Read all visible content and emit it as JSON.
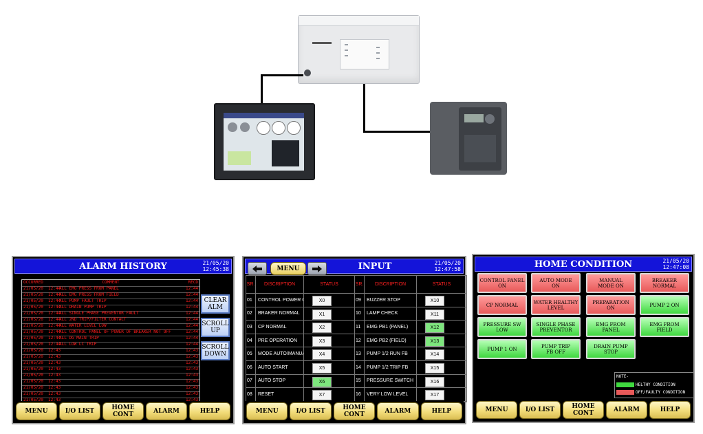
{
  "alarm_history": {
    "title": "ALARM HISTORY",
    "date": "21/05/20",
    "time": "12:45:38",
    "header": {
      "c1": "OCCURRED",
      "c2": "",
      "c3": "COMMENT",
      "c4": "RECD"
    },
    "rows": [
      {
        "c1": "21/05/20",
        "c2": "12:44",
        "c3": "ALL EMG PRESS FROM PANEL",
        "c4": "12:44"
      },
      {
        "c1": "21/05/20",
        "c2": "12:44",
        "c3": "ALL EMG PRESS FROM FIELD",
        "c4": "12:44"
      },
      {
        "c1": "21/05/20",
        "c2": "12:44",
        "c3": "ALL PUMP FAULT TRIP",
        "c4": "12:44"
      },
      {
        "c1": "21/05/20",
        "c2": "12:44",
        "c3": "ALL DRAIN PUMP TRIP",
        "c4": "12:44"
      },
      {
        "c1": "21/05/20",
        "c2": "12:44",
        "c3": "ALL SINGLE PHASE PREVENTOR FAULT",
        "c4": "12:44"
      },
      {
        "c1": "21/05/20",
        "c2": "12:44",
        "c3": "ALL 2ND TRIP/FILTER CONTACT",
        "c4": "12:44"
      },
      {
        "c1": "21/05/20",
        "c2": "12:44",
        "c3": "ALL WATER LEVEL LOW",
        "c4": "12:44"
      },
      {
        "c1": "21/05/20",
        "c2": "12:44",
        "c3": "ALL CONTROL PANEL OF POWER OF BREAKER NOT OFF",
        "c4": "12:44"
      },
      {
        "c1": "21/05/20",
        "c2": "12:44",
        "c3": "ALL DG MAIN TRIP",
        "c4": "12:44"
      },
      {
        "c1": "21/05/20",
        "c2": "12:44",
        "c3": "ALL LOW LC TRIP",
        "c4": "12:44"
      },
      {
        "c1": "21/05/20",
        "c2": "12:43",
        "c3": "",
        "c4": "12:43"
      },
      {
        "c1": "21/05/20",
        "c2": "12:43",
        "c3": "",
        "c4": "12:43"
      },
      {
        "c1": "21/05/20",
        "c2": "12:43",
        "c3": "",
        "c4": "12:43"
      },
      {
        "c1": "21/05/20",
        "c2": "12:43",
        "c3": "",
        "c4": "12:43"
      },
      {
        "c1": "21/05/20",
        "c2": "12:43",
        "c3": "",
        "c4": "12:43"
      },
      {
        "c1": "21/05/20",
        "c2": "12:43",
        "c3": "",
        "c4": "12:43"
      },
      {
        "c1": "21/05/20",
        "c2": "12:43",
        "c3": "",
        "c4": "12:43"
      },
      {
        "c1": "21/05/20",
        "c2": "12:43",
        "c3": "",
        "c4": "12:43"
      },
      {
        "c1": "21/05/20",
        "c2": "12:43",
        "c3": "",
        "c4": "12:43"
      }
    ],
    "side_buttons": [
      "CLEAR\nALM",
      "SCROLL\nUP",
      "SCROLL\nDOWN"
    ],
    "nav": [
      "MENU",
      "I/O LIST",
      "HOME\nCONT",
      "ALARM",
      "HELP"
    ]
  },
  "input": {
    "title": "INPUT",
    "date": "21/05/20",
    "time": "12:47:58",
    "menu_label": "MENU",
    "headers": {
      "sr": "SR.",
      "desc": "DISCRIPTION",
      "status": "STATUS"
    },
    "left": [
      {
        "sr": "01",
        "desc": "CONTROL POWER ON",
        "addr": "X0",
        "on": false
      },
      {
        "sr": "02",
        "desc": "BRAKER NORMAL",
        "addr": "X1",
        "on": false
      },
      {
        "sr": "03",
        "desc": "CP NORMAL",
        "addr": "X2",
        "on": false
      },
      {
        "sr": "04",
        "desc": "PRE OPERATION",
        "addr": "X3",
        "on": false
      },
      {
        "sr": "05",
        "desc": "MODE AUTO/MANUAL",
        "addr": "X4",
        "on": false
      },
      {
        "sr": "06",
        "desc": "AUTO START",
        "addr": "X5",
        "on": false
      },
      {
        "sr": "07",
        "desc": "AUTO STOP",
        "addr": "X6",
        "on": true
      },
      {
        "sr": "08",
        "desc": "RESET",
        "addr": "X7",
        "on": false
      }
    ],
    "right": [
      {
        "sr": "09",
        "desc": "BUZZER STOP",
        "addr": "X10",
        "on": false
      },
      {
        "sr": "10",
        "desc": "LAMP CHECK",
        "addr": "X11",
        "on": false
      },
      {
        "sr": "11",
        "desc": "EMG PB1 (PANEL)",
        "addr": "X12",
        "on": true
      },
      {
        "sr": "12",
        "desc": "EMG PB2 (FIELD)",
        "addr": "X13",
        "on": true
      },
      {
        "sr": "13",
        "desc": "PUMP 1/2 RUN FB",
        "addr": "X14",
        "on": false
      },
      {
        "sr": "14",
        "desc": "PUMP 1/2 TRIP FB",
        "addr": "X15",
        "on": false
      },
      {
        "sr": "15",
        "desc": "PRESSURE SWITCH",
        "addr": "X16",
        "on": false
      },
      {
        "sr": "16",
        "desc": "VERY LOW LEVEL",
        "addr": "X17",
        "on": false
      }
    ],
    "nav": [
      "MENU",
      "I/O LIST",
      "HOME\nCONT",
      "ALARM",
      "HELP"
    ]
  },
  "home_condition": {
    "title": "HOME CONDITION",
    "date": "21/05/20",
    "time": "12:47:08",
    "buttons": [
      {
        "label": "CONTROL PANEL\nON",
        "state": "red"
      },
      {
        "label": "AUTO MODE\nON",
        "state": "red"
      },
      {
        "label": "MANUAL\nMODE ON",
        "state": "red"
      },
      {
        "label": "BREAKER\nNORMAL",
        "state": "red"
      },
      {
        "label": "CP NORMAL",
        "state": "red"
      },
      {
        "label": "WATER HEALTHY\nLEVEL",
        "state": "red"
      },
      {
        "label": "PREPARATION\nON",
        "state": "red"
      },
      {
        "label": "PUMP 2 ON",
        "state": "green"
      },
      {
        "label": "PRESSURE SW\nLOW",
        "state": "green"
      },
      {
        "label": "SINGLE PHASE\nPREVENTOR",
        "state": "green"
      },
      {
        "label": "EMG FROM\nPANEL",
        "state": "green"
      },
      {
        "label": "EMG FROM\nFIELD",
        "state": "green"
      },
      {
        "label": "PUMP 1 ON",
        "state": "green"
      },
      {
        "label": "PUMP TRIP\nFB OFF",
        "state": "green"
      },
      {
        "label": "DRAIN PUMP\nSTOP",
        "state": "green"
      }
    ],
    "note": {
      "title": "NOTE-",
      "healthy": "HELTHY CONDITION",
      "faulty": "OFF/FAULTY CONDITION"
    },
    "nav": [
      "MENU",
      "I/O LIST",
      "HOME\nCONT",
      "ALARM",
      "HELP"
    ]
  },
  "colors": {
    "title_bar": "#1414d9",
    "alarm_text": "#ff1a1a",
    "on_green": "#3fd83f",
    "fault_red": "#e85a5a",
    "nav_gold": "#f2dd7a"
  }
}
